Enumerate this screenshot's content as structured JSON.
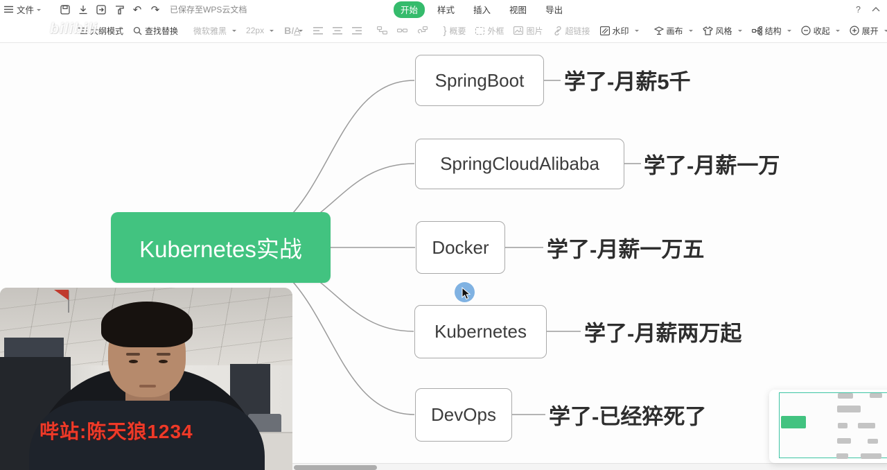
{
  "colors": {
    "accent_green": "#42c380",
    "tab_pill_green": "#35bb6c",
    "minimap_viewport_teal": "#3cc4a3",
    "camera_watermark_red": "#ee3a28"
  },
  "menubar": {
    "file_label": "文件",
    "saved_status": "已保存至WPS云文档",
    "tabs": [
      {
        "label": "开始",
        "active": true
      },
      {
        "label": "样式",
        "active": false
      },
      {
        "label": "插入",
        "active": false
      },
      {
        "label": "视图",
        "active": false
      },
      {
        "label": "导出",
        "active": false
      }
    ],
    "help_label": "?"
  },
  "toolbar": {
    "outline_mode_label": "大纲模式",
    "find_replace_label": "查找替换",
    "font_family_value": "微软雅黑",
    "font_size_value": "22px",
    "bold_label": "B",
    "italic_label": "I",
    "underline_label": "A",
    "summary_label": "概要",
    "frame_label": "外框",
    "picture_label": "图片",
    "hyperlink_label": "超链接",
    "watermark_label": "水印",
    "canvas_label": "画布",
    "style_label": "风格",
    "structure_label": "结构",
    "collapse_label": "收起",
    "expand_label": "展开"
  },
  "overlay_watermark": {
    "text": "bilibili"
  },
  "mindmap": {
    "root": {
      "label": "Kubernetes实战"
    },
    "branches": [
      {
        "label": "SpringBoot",
        "note": "学了-月薪5千"
      },
      {
        "label": "SpringCloudAlibaba",
        "note": "学了-月薪一万"
      },
      {
        "label": "Docker",
        "note": "学了-月薪一万五"
      },
      {
        "label": "Kubernetes",
        "note": "学了-月薪两万起"
      },
      {
        "label": "DevOps",
        "note": "学了-已经猝死了"
      }
    ]
  },
  "webcam": {
    "watermark_text": "哔站:陈天狼1234"
  }
}
